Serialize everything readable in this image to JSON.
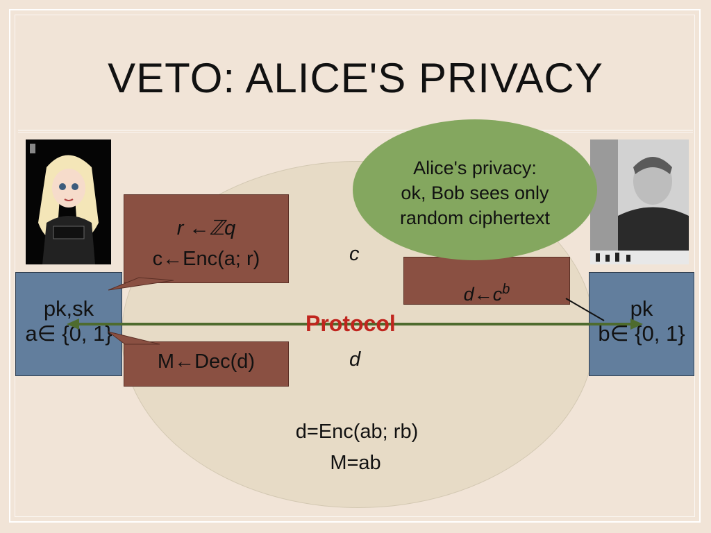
{
  "slide": {
    "title": "VETO: ALICE'S PRIVACY"
  },
  "alice": {
    "keys": "pk,sk",
    "input": "a∈ {0, 1}",
    "callout_line1": "r ←ℤq",
    "callout_line2": "c←Enc(a; r)",
    "decrypt": "M←Dec(d)"
  },
  "bob": {
    "keys": "pk",
    "input": "b∈ {0, 1}",
    "callout": "d←c^b"
  },
  "protocol": {
    "label": "Protocol",
    "msg_to_bob": "c",
    "msg_to_alice": "d",
    "result_line1": "d=Enc(ab; rb)",
    "result_line2": "M=ab"
  },
  "privacy_bubble": {
    "line1": "Alice's privacy:",
    "line2": "ok, Bob sees only",
    "line3": "random ciphertext"
  },
  "colors": {
    "background": "#f1e4d7",
    "party_box": "#627e9d",
    "callout": "#8a5042",
    "bubble": "#84a75f",
    "arrow": "#4e6b2e",
    "protocol_text": "#c0251e"
  }
}
